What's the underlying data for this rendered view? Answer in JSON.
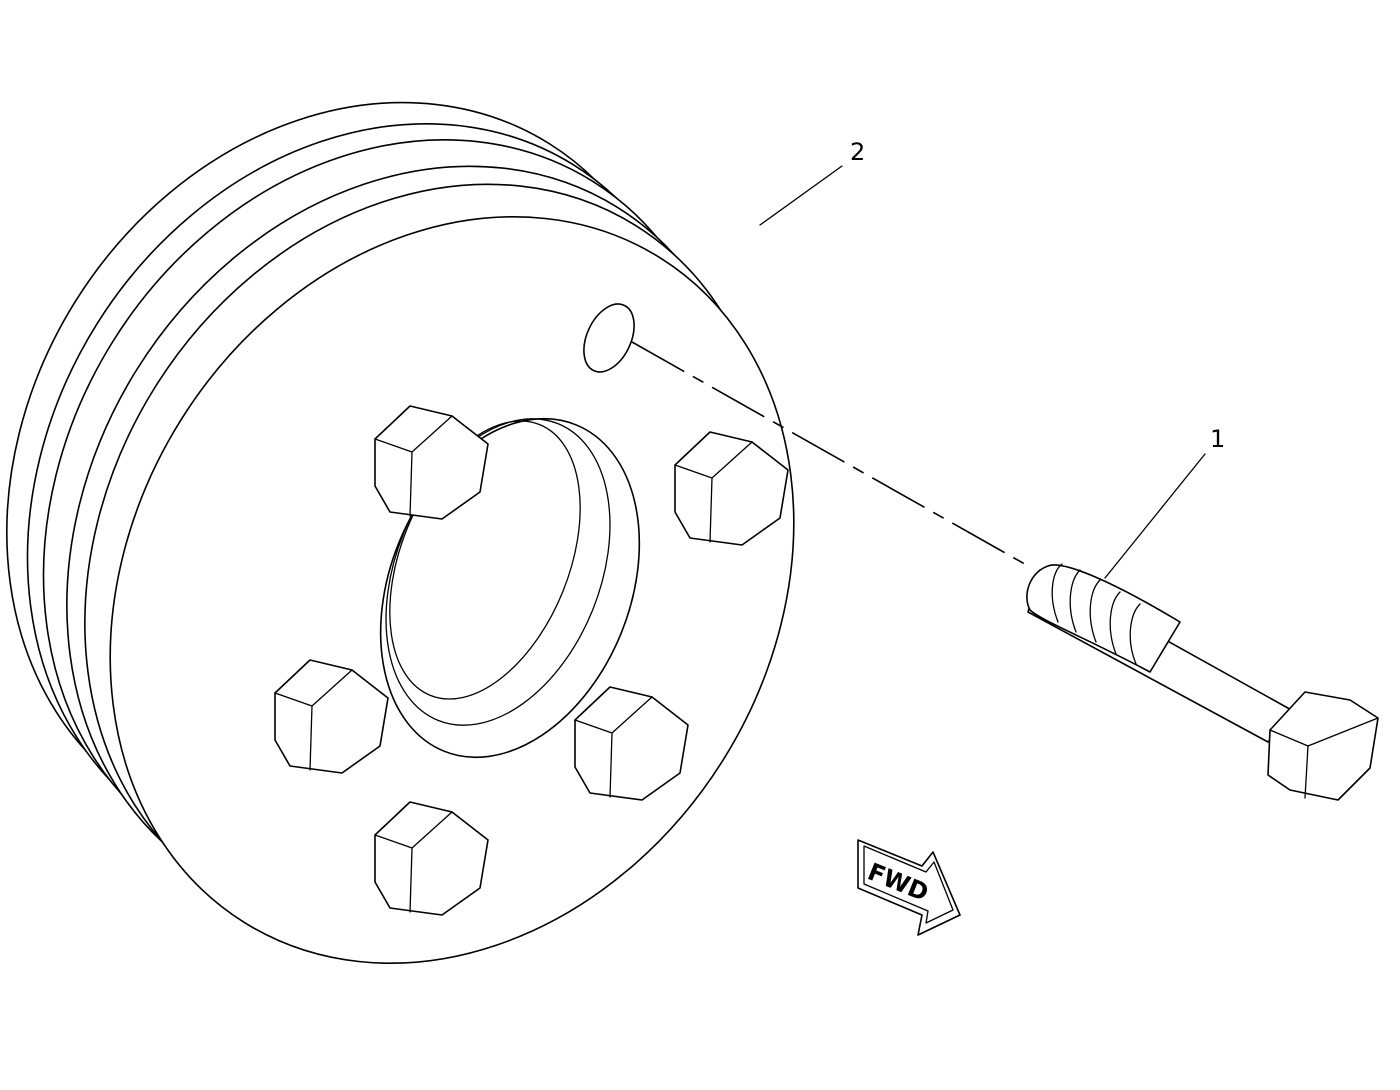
{
  "callouts": {
    "part_1": "1",
    "part_2": "2"
  },
  "direction_arrow": {
    "label": "FWD"
  },
  "colors": {
    "line": "#000000",
    "background": "#ffffff"
  }
}
